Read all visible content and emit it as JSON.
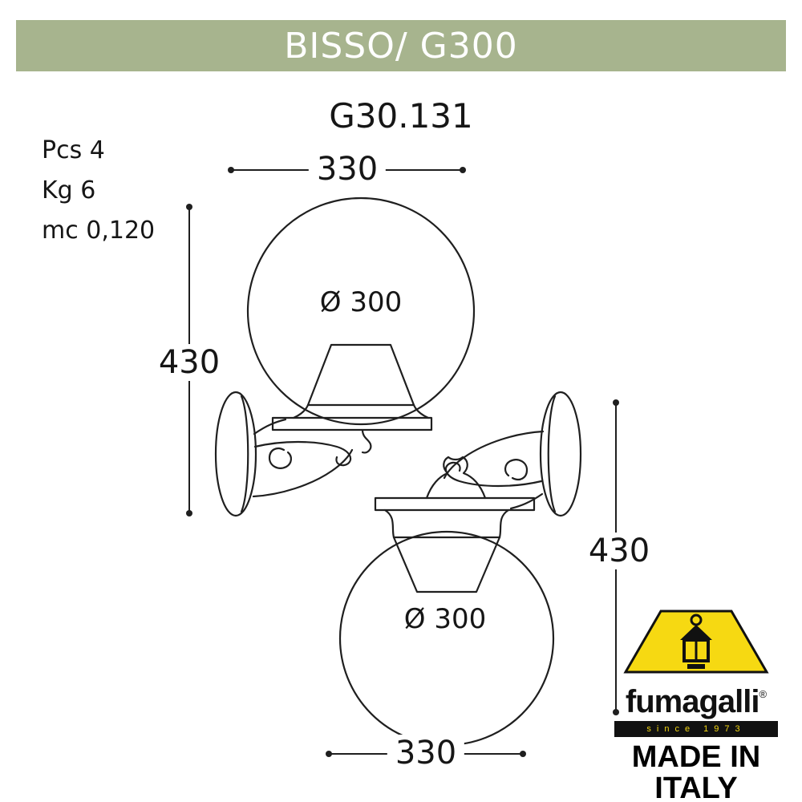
{
  "colors": {
    "header_bg": "#a7b48e",
    "line": "#1f1f1f",
    "logo_yellow": "#f6d912"
  },
  "header": {
    "title": "BISSO/ G300"
  },
  "product_code": "G30.131",
  "specs": {
    "pcs": "Pcs 4",
    "kg": "Kg 6",
    "mc": "mc 0,120"
  },
  "dims": {
    "top_width": "330",
    "bottom_width": "330",
    "left_height": "430",
    "right_height": "430",
    "globe_top_diameter": "Ø 300",
    "globe_bottom_diameter": "Ø 300"
  },
  "logo": {
    "brand": "fumagalli",
    "registered": "®",
    "since": "since 1973",
    "made_line1": "MADE IN",
    "made_line2": "ITALY"
  }
}
